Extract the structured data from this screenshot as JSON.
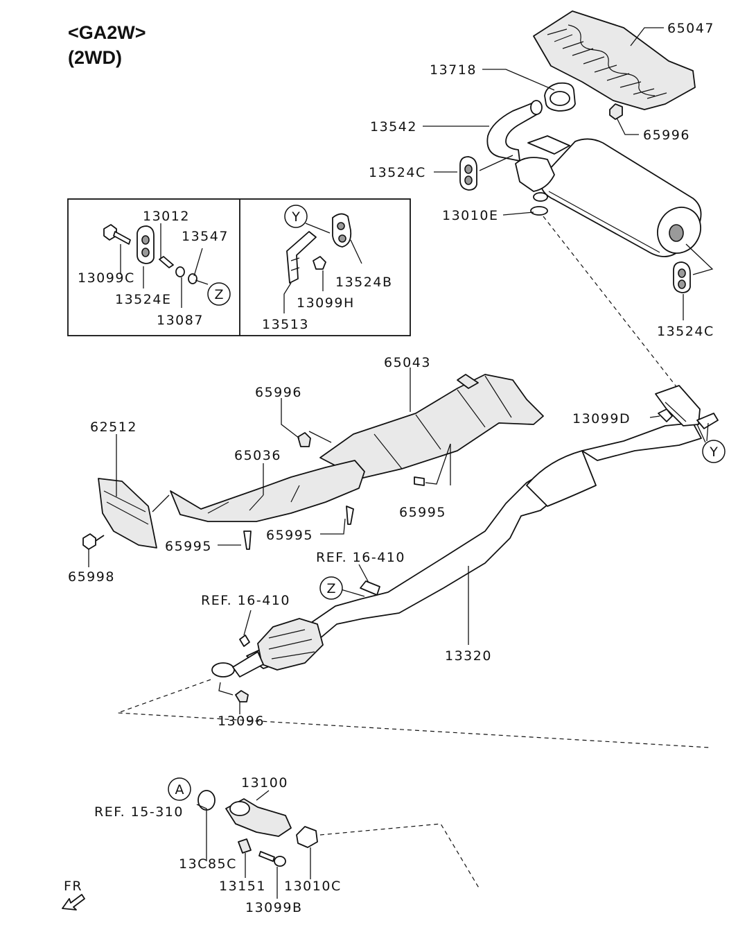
{
  "title": {
    "line1": "<GA2W>",
    "line2": "(2WD)"
  },
  "parts": {
    "p65047": "65047",
    "p13718": "13718",
    "p65996a": "65996",
    "p13542": "13542",
    "p13524c_a": "13524C",
    "p13010e": "13010E",
    "p13524c_b": "13524C",
    "p13012": "13012",
    "p13547": "13547",
    "p13099c": "13099C",
    "p13524e": "13524E",
    "p13087": "13087",
    "p13524b": "13524B",
    "p13099h": "13099H",
    "p13513": "13513",
    "p65043": "65043",
    "p65996b": "65996",
    "p62512": "62512",
    "p65036": "65036",
    "p13099d": "13099D",
    "p65995a": "65995",
    "p65995b": "65995",
    "p65995c": "65995",
    "p65998": "65998",
    "ref16410a": "REF. 16-410",
    "ref16410b": "REF. 16-410",
    "p13320": "13320",
    "p13096": "13096",
    "p13100": "13100",
    "ref15310": "REF. 15-310",
    "p13085c": "13C85C",
    "p13151": "13151",
    "p13010c": "13010C",
    "p13099b": "13099B"
  },
  "markers": {
    "y1": "Y",
    "y2": "Y",
    "z1": "Z",
    "z2": "Z",
    "a1": "A"
  },
  "front_arrow": "FR"
}
